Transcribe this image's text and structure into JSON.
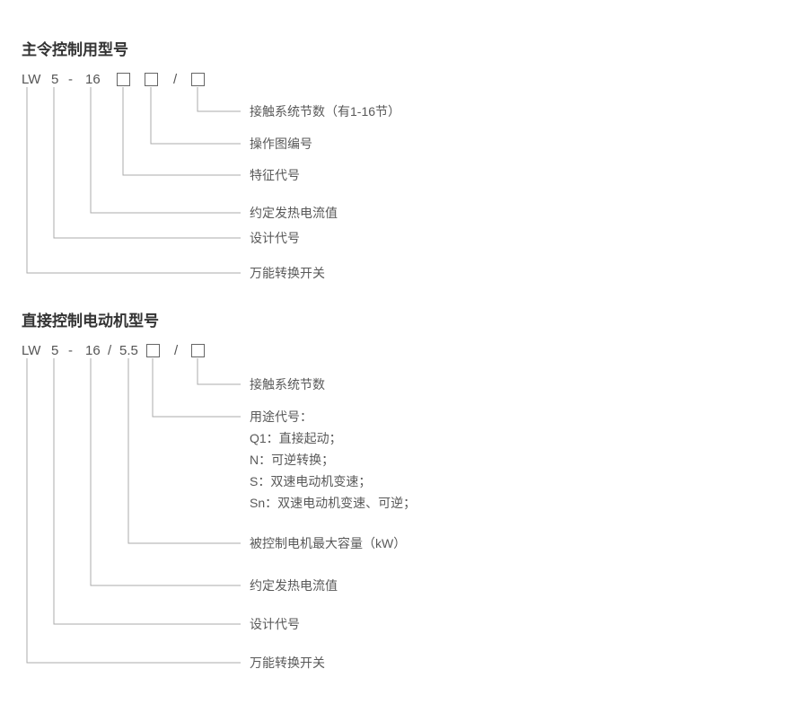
{
  "section1": {
    "title": "主令控制用型号",
    "model": {
      "series": "LW",
      "design": "5",
      "dash": "-",
      "current": "16",
      "slash": "/"
    },
    "labels": {
      "contact_sections": "接触系统节数（有1-16节）",
      "operation_diagram": "操作图编号",
      "feature_code": "特征代号",
      "heating_current": "约定发热电流值",
      "design_code": "设计代号",
      "switch_type": "万能转换开关"
    }
  },
  "section2": {
    "title": "直接控制电动机型号",
    "model": {
      "series": "LW",
      "design": "5",
      "dash": "-",
      "current": "16",
      "slash1": "/",
      "capacity": "5.5",
      "slash2": "/"
    },
    "labels": {
      "contact_sections": "接触系统节数",
      "purpose_code": "用途代号：",
      "purpose_q1": "Q1：直接起动；",
      "purpose_n": "N：可逆转换；",
      "purpose_s": "S：双速电动机变速；",
      "purpose_sn": "Sn：双速电动机变速、可逆；",
      "motor_capacity": "被控制电机最大容量（kW）",
      "heating_current": "约定发热电流值",
      "design_code": "设计代号",
      "switch_type": "万能转换开关"
    }
  },
  "colors": {
    "line": "#ababab",
    "text": "#595959",
    "title": "#333333"
  }
}
